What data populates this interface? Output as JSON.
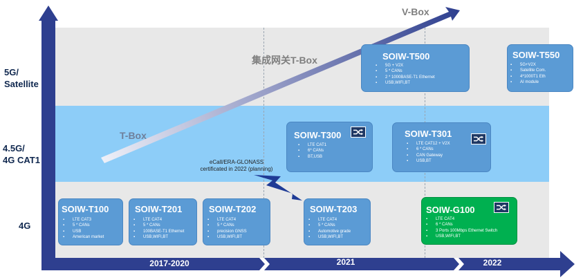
{
  "rows": [
    {
      "id": "satellite",
      "label_lines": [
        "5G/",
        "Satellite"
      ]
    },
    {
      "id": "cat1",
      "label_lines": [
        "4.5G/",
        "4G CAT1"
      ]
    },
    {
      "id": "4g",
      "label_lines": [
        "4G"
      ]
    }
  ],
  "timeline": {
    "periods": [
      "2017-2020",
      "2021",
      "2022"
    ]
  },
  "labels": {
    "vbox": "V-Box",
    "gateway_tbox": "集成网关T-Box",
    "tbox": "T-Box"
  },
  "ecall_note": {
    "line1": "eCall/ERA-GLONASS",
    "line2": "certificated in 2022 (planning)"
  },
  "products": [
    {
      "title": "SOIW-T100",
      "features": [
        "LTE CAT3",
        "5 * CANs",
        "USB",
        "American market"
      ]
    },
    {
      "title": "SOIW-T201",
      "features": [
        "LTE CAT4",
        "5 * CANs",
        "100BASE-T1 Ethernet",
        "USB,WIFI,BT"
      ]
    },
    {
      "title": "SOIW-T202",
      "features": [
        "LTE CAT4",
        "5 * CANs",
        "precision GNSS",
        "USB,WIFI,BT"
      ]
    },
    {
      "title": "SOIW-T203",
      "features": [
        "LTE CAT4",
        "5 * CANs",
        "Automotive grade",
        "USB,WIFI,BT"
      ]
    },
    {
      "title": "SOIW-G100",
      "features": [
        "LTE CAT4",
        "6 * CANs",
        "3 Ports 100Mbps Ethernet Switch",
        "USB,WIFI,BT"
      ]
    },
    {
      "title": "SOIW-T300",
      "features": [
        "LTE CAT1",
        "6* CANs",
        "BT,USB"
      ]
    },
    {
      "title": "SOIW-T301",
      "features": [
        "LTE CAT12 + V2X",
        "6 * CANs",
        "CAN Gateway",
        "USB,BT"
      ]
    },
    {
      "title": "SOIW-T500",
      "features": [
        "5G + V2X",
        "5 * CANs",
        "2 * 1000BASE-T1 Ethernet",
        "USB,WIFI,BT"
      ]
    },
    {
      "title": "SOIW-T550",
      "features": [
        "5G+V2X",
        "Satellite Com.",
        "4*1000T1 Eth",
        "AI module"
      ]
    }
  ],
  "colors": {
    "axis": "#2e3f8f",
    "card": "#5b9bd5",
    "card_green": "#00b050",
    "band_mid": "#8dcdf8",
    "band_grey": "#e8e8e8"
  }
}
